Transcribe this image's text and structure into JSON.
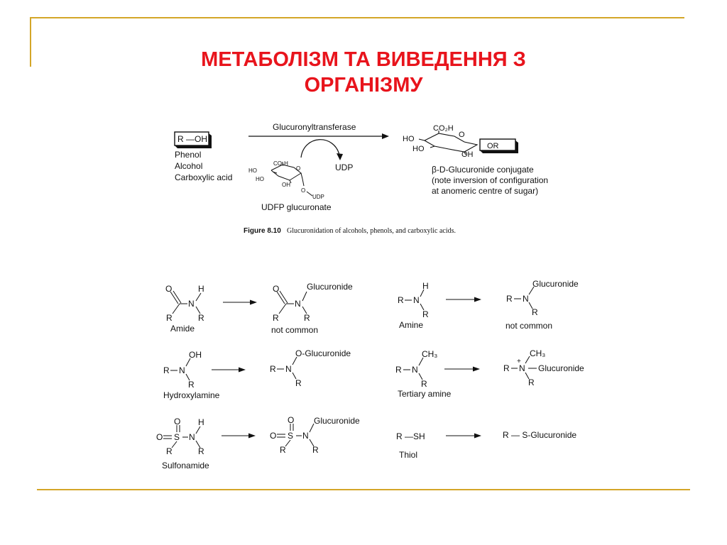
{
  "slide": {
    "title_line1": "МЕТАБОЛІЗМ ТА ВИВЕДЕННЯ З",
    "title_line2": "ОРГАНІЗМУ"
  },
  "figure_top": {
    "substrate_box": "R —OH",
    "substrate_list": [
      "Phenol",
      "Alcohol",
      "Carboxylic acid"
    ],
    "enzyme": "Glucuronyltransferase",
    "byproduct": "UDP",
    "cofactor_name": "UDFP glucuronate",
    "cofactor_labels": {
      "co2h": "CO₂H",
      "ho1": "HO",
      "ho2": "HO",
      "oh": "OH",
      "o_ring": "O",
      "o_link": "O",
      "udp": "UDP"
    },
    "product_labels": {
      "co2h": "CO₂H",
      "ho1": "HO",
      "ho2": "HO",
      "oh": "OH",
      "o_ring": "O",
      "or": "OR"
    },
    "product_caption": [
      "β-D-Glucuronide conjugate",
      "(note inversion of configuration",
      "at anomeric centre of sugar)"
    ],
    "caption_label": "Figure 8.10",
    "caption_text": "Glucuronidation of alcohols, phenols, and carboxylic acids."
  },
  "figure_bottom": {
    "amide": {
      "name": "Amide",
      "product_note": "not common",
      "O": "O",
      "H": "H",
      "N": "N",
      "R": "R",
      "gluc": "Glucuronide"
    },
    "amine": {
      "name": "Amine",
      "product_note": "not common",
      "R": "R",
      "N": "N",
      "H": "H",
      "gluc": "Glucuronide"
    },
    "hydroxylamine": {
      "name": "Hydroxylamine",
      "OH": "OH",
      "R": "R",
      "N": "N",
      "gluc": "O-Glucuronide"
    },
    "tertiary_amine": {
      "name": "Tertiary amine",
      "CH3": "CH₃",
      "R": "R",
      "N": "N",
      "plus": "+",
      "gluc": "Glucuronide"
    },
    "sulfonamide": {
      "name": "Sulfonamide",
      "O": "O",
      "S": "S",
      "N": "N",
      "H": "H",
      "R": "R",
      "gluc": "Glucuronide"
    },
    "thiol": {
      "name": "Thiol",
      "reactant": "R —SH",
      "product": "R — S-Glucuronide"
    }
  }
}
